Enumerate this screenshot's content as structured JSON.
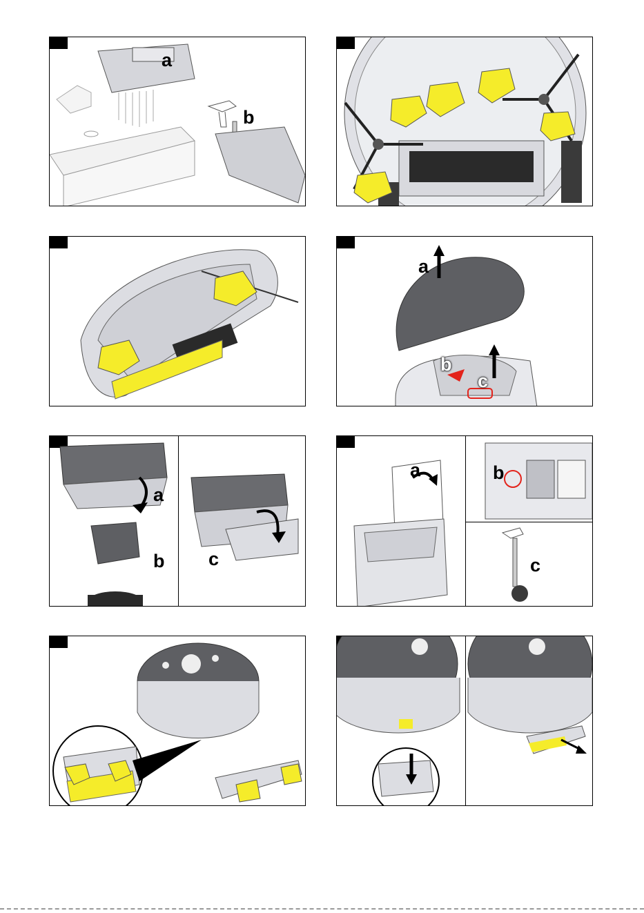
{
  "panels": [
    {
      "labels": [
        "a",
        "b"
      ]
    },
    {
      "labels": []
    },
    {
      "labels": []
    },
    {
      "labels": [
        "a",
        "b",
        "c"
      ]
    },
    {
      "labels": [
        "a",
        "b",
        "c"
      ]
    },
    {
      "labels": [
        "a",
        "b",
        "c"
      ]
    },
    {
      "labels": []
    },
    {
      "labels": []
    }
  ],
  "colors": {
    "cloth": "#f5ec2a",
    "body_light": "#dcdde2",
    "body_dark": "#5e5f63",
    "arrow_red": "#e3231b",
    "frame": "#000000"
  }
}
